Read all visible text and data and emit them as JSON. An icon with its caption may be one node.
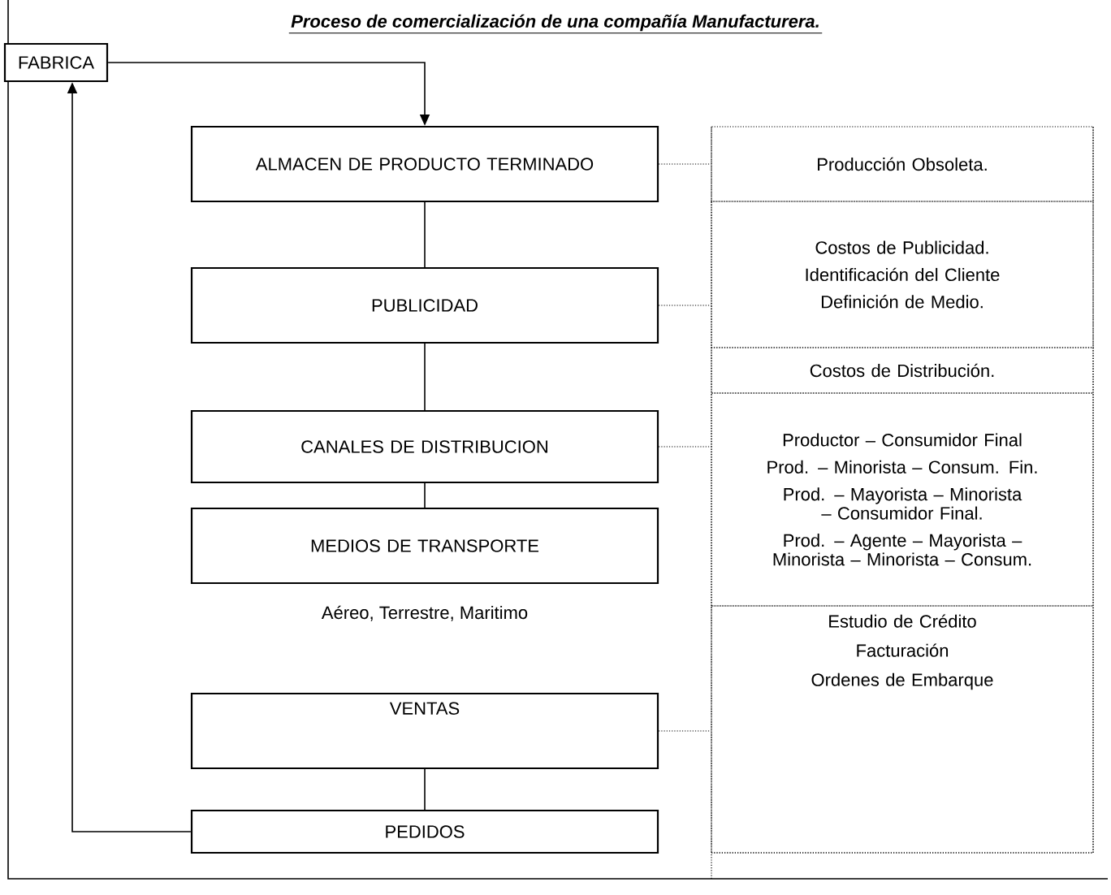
{
  "diagram": {
    "title": "Proceso de comercialización de una compañía Manufacturera.",
    "nodes": [
      {
        "text": [
          "FABRICA"
        ]
      },
      {
        "text": [
          "ALMACEN DE PRODUCTO TERMINADO"
        ]
      },
      {
        "text": [
          "PUBLICIDAD"
        ]
      },
      {
        "text": [
          "CANALES DE DISTRIBUCION"
        ]
      },
      {
        "text": [
          "MEDIOS DE TRANSPORTE"
        ],
        "beside": [
          "Aéreo, Terrestre, Maritimo"
        ]
      },
      {
        "text": [
          "VENTAS"
        ]
      },
      {
        "text": [
          "PEDIDOS"
        ]
      },
      {
        "text": [
          "Producción Obsoleta."
        ]
      },
      {
        "text": [
          "Costos de Publicidad.",
          "Identificación del Cliente",
          "Definición de Medio."
        ]
      },
      {
        "text": [
          "Costos de Distribución."
        ]
      },
      {
        "text": [
          "Productor – Consumidor Final",
          "Prod. – Minorista – Consum. Fin.",
          "Prod. – Mayorista – Minorista – Consumidor Final.",
          "Prod. – Agente – Mayorista – Minorista – Minorista – Consum."
        ]
      },
      {
        "text": [
          "Estudio de Crédito",
          "Facturación",
          "Ordenes de Embarque"
        ]
      }
    ],
    "edges": [
      {
        "from": 0,
        "to": 1,
        "arrow": "to"
      },
      {
        "from": 1,
        "to": 2,
        "arrow": "none"
      },
      {
        "from": 2,
        "to": 3,
        "arrow": "none"
      },
      {
        "from": 3,
        "to": 4,
        "arrow": "none"
      },
      {
        "from": 5,
        "to": 6,
        "arrow": "none"
      },
      {
        "from": 6,
        "to": 0,
        "arrow": "to"
      },
      {
        "from": 1,
        "to": 7,
        "arrow": "none",
        "style": "dashed"
      },
      {
        "from": 2,
        "to": 8,
        "arrow": "none",
        "style": "dashed"
      },
      {
        "from": 3,
        "to": 10,
        "arrow": "none",
        "style": "dashed"
      },
      {
        "from": 5,
        "to": 11,
        "arrow": "none",
        "style": "dashed"
      }
    ]
  }
}
